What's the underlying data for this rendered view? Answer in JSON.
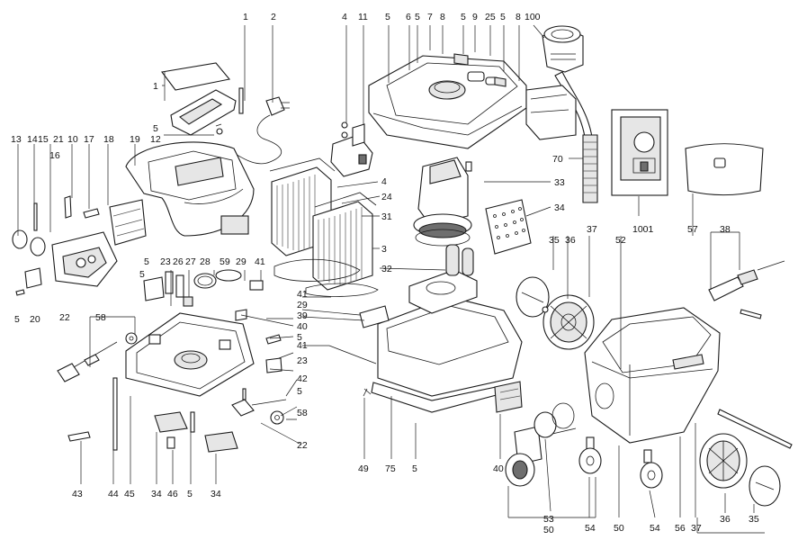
{
  "labels": {
    "p1": "1",
    "p2": "2",
    "p3": "3",
    "p4": "4",
    "p5": "5",
    "p6": "6",
    "p7": "7",
    "p8": "8",
    "p9": "9",
    "p10": "10",
    "p11": "11",
    "p12": "12",
    "p13": "13",
    "p14": "14",
    "p15": "15",
    "p16": "16",
    "p17": "17",
    "p18": "18",
    "p19": "19",
    "p20": "20",
    "p21": "21",
    "p22": "22",
    "p23": "23",
    "p24": "24",
    "p25": "25",
    "p26": "26",
    "p27": "27",
    "p28": "28",
    "p29": "29",
    "p31": "31",
    "p32": "32",
    "p33": "33",
    "p34": "34",
    "p35": "35",
    "p36": "36",
    "p37": "37",
    "p38": "38",
    "p39": "39",
    "p40": "40",
    "p41": "41",
    "p42": "42",
    "p44": "44",
    "p45": "45",
    "p46": "46",
    "p49": "49",
    "p50": "50",
    "p52": "52",
    "p53": "53",
    "p54": "54",
    "p56": "56",
    "p57": "57",
    "p58": "58",
    "p59": "59",
    "p70": "70",
    "p75": "75",
    "p100": "100",
    "p1001": "1001",
    "p43": "43"
  }
}
